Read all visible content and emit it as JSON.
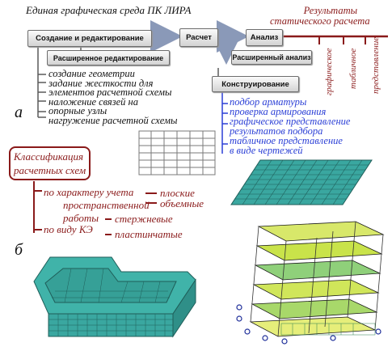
{
  "title": "Единая графическая среда ПК ЛИРА",
  "boxes": {
    "create": "Создание и редактирование",
    "calc": "Расчет",
    "analysis": "Анализ",
    "ext_edit": "Расширенное редактирование",
    "ext_analysis": "Расширенный анализ",
    "design": "Конструирование"
  },
  "results": {
    "line1": "Результаты",
    "line2": "статического расчета"
  },
  "results_vertical": [
    "графическое",
    "табличное",
    "представление"
  ],
  "create_items": [
    "создание геометрии",
    "задание жесткости для",
    "элементов расчетной схемы",
    "наложение связей на",
    "опорные узлы",
    "нагружение расчетной схемы"
  ],
  "design_items": [
    "подбор арматуры",
    "проверка армирования",
    "графическое представление",
    "результатов подбора",
    "табличное представление",
    "в виде чертежей"
  ],
  "letter_a": "а",
  "letter_b": "б",
  "classification": {
    "title_line1": "Классификация",
    "title_line2": "расчетных схем",
    "by_task_1": "по характеру учета",
    "by_task_2": "пространственной",
    "by_task_3": "работы",
    "flat": "плоские",
    "volume": "объемные",
    "by_fe": "по виду КЭ",
    "rod": "стержневые",
    "plate": "пластинчатые"
  },
  "colors": {
    "dark_red": "#8a1a1a",
    "blue": "#2b3fd6",
    "teal_mesh": "#3aa7a0",
    "arrow": "#8a99b8"
  }
}
